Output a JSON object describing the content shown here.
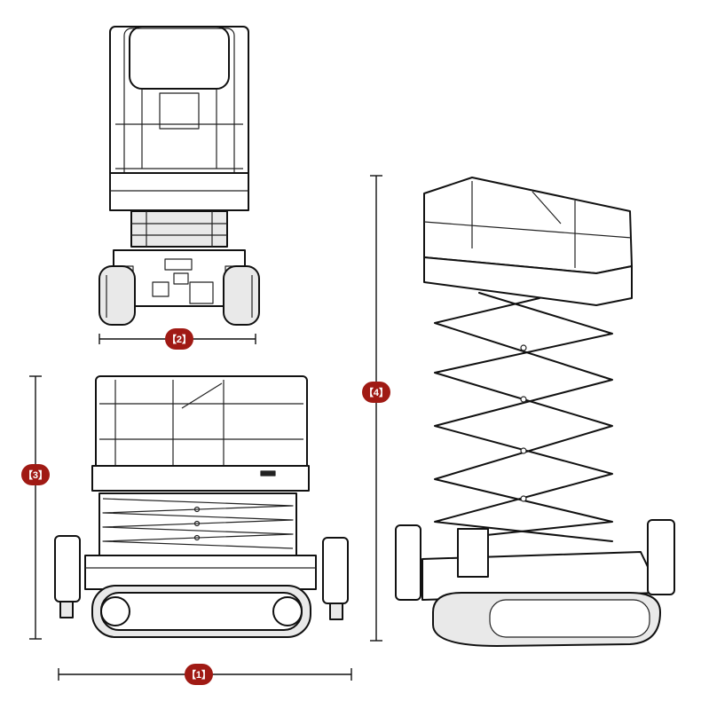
{
  "dimensions": [
    {
      "id": "width",
      "label": "【1】"
    },
    {
      "id": "track-width",
      "label": "【2】"
    },
    {
      "id": "stowed-height",
      "label": "【3】"
    },
    {
      "id": "working-height",
      "label": "【4】"
    }
  ],
  "colors": {
    "badge": "#a01a14",
    "line": "#111111",
    "background": "#ffffff"
  }
}
